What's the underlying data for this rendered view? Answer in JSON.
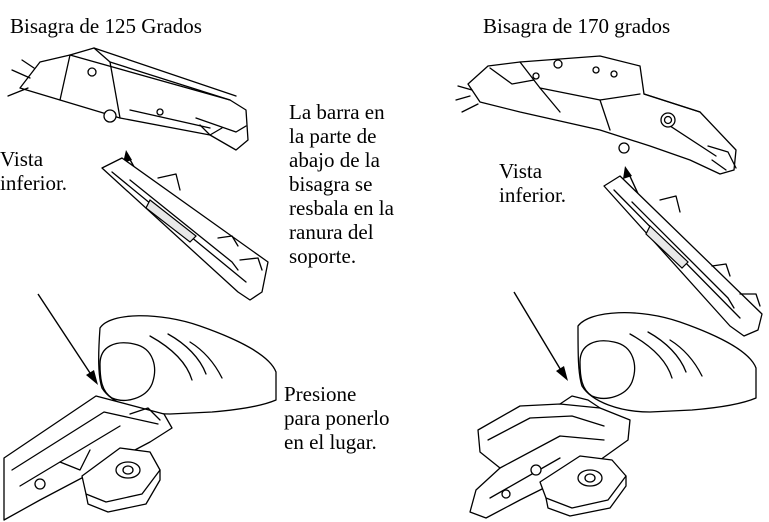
{
  "left": {
    "title": "Bisagra de 125 Grados",
    "view_label": "Vista\ninferior."
  },
  "right": {
    "title": "Bisagra de 170 grados",
    "view_label": "Vista\ninferior."
  },
  "center": {
    "bar_note": "La barra en\nla parte de\nabajo de la\nbisagra se\nresbala en la\nranura del\nsoporte.",
    "press_note": "Presione\npara ponerlo\nen el lugar."
  }
}
